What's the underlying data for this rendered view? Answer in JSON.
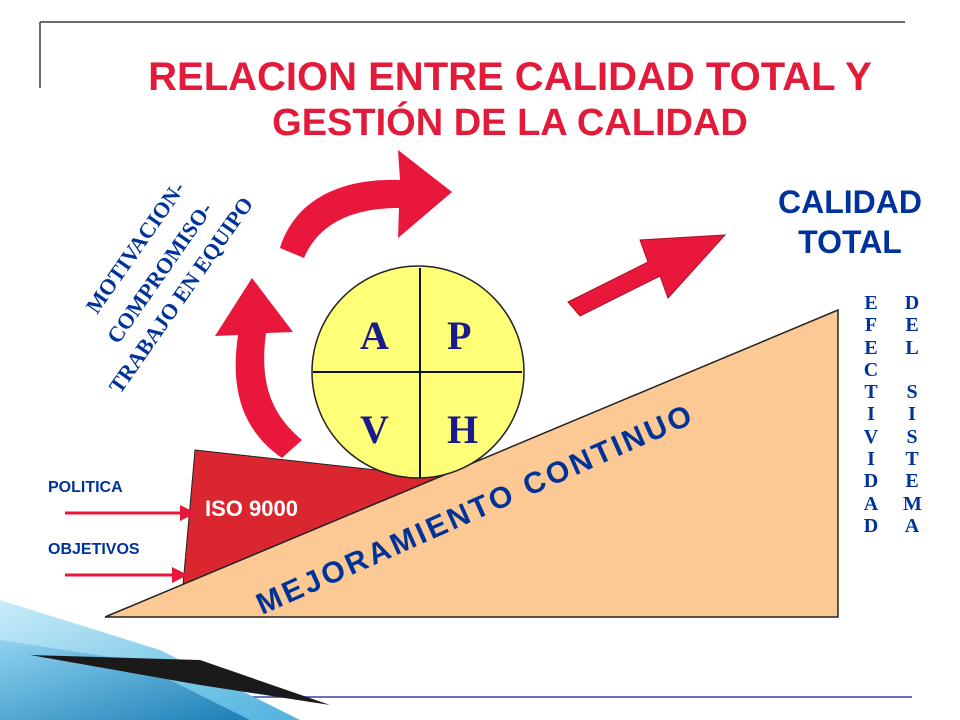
{
  "title": {
    "line1": "RELACION ENTRE CALIDAD TOTAL Y",
    "line2": "GESTIÓN  DE LA CALIDAD"
  },
  "goal": {
    "line1": "CALIDAD",
    "line2": "TOTAL"
  },
  "motivation": {
    "line1": "MOTIVACION-",
    "line2": "COMPROMISO-",
    "line3": "TRABAJO EN EQUIPO"
  },
  "inputs": {
    "politica": "POLITICA",
    "objetivos": "OBJETIVOS"
  },
  "iso": {
    "label": "ISO 9000"
  },
  "ramp": {
    "label": "MEJORAMIENTO CONTINUO"
  },
  "pdca": {
    "a": "A",
    "p": "P",
    "v": "V",
    "h": "H"
  },
  "effectiveness": {
    "col1": [
      "E",
      "F",
      "E",
      "C",
      "T",
      "I",
      "V",
      "I",
      "D",
      "A",
      "D"
    ],
    "col2": [
      "D",
      "E",
      "L",
      "",
      "S",
      "I",
      "S",
      "T",
      "E",
      "M",
      "A"
    ]
  },
  "colors": {
    "title_red": "#e31b3b",
    "navy": "#003399",
    "arrow_red": "#e8173b",
    "ramp_fill": "#fcc995",
    "iso_fill": "#d9262f",
    "circle_fill": "#ffff77"
  }
}
